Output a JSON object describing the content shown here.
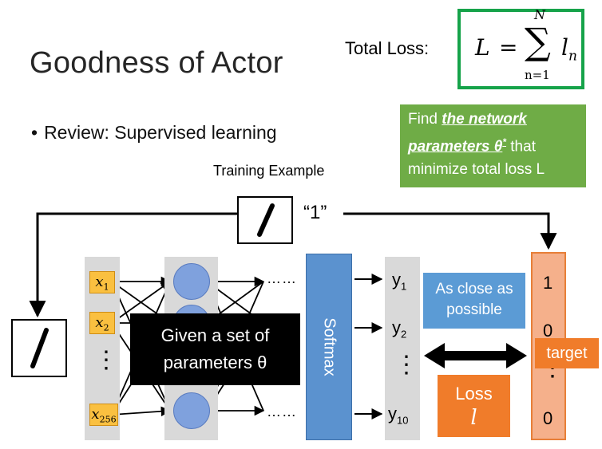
{
  "title": "Goodness of Actor",
  "bullet": "Review: Supervised learning",
  "total_loss": {
    "label": "Total Loss:",
    "lhs": "L",
    "eq": "=",
    "sum_top": "N",
    "sum_symbol": "∑",
    "sum_bottom": "n=1",
    "term": "l",
    "term_sub": "n"
  },
  "find_box": {
    "prefix": "Find ",
    "emphasis_1": "the network",
    "emphasis_2": "parameters θ",
    "emphasis_sup": "*",
    "suffix_1": " that",
    "line3": "minimize total loss L"
  },
  "training_example": "Training Example",
  "label_value": "“1”",
  "inputs": {
    "x": "x",
    "sub1": "1",
    "sub2": "2",
    "sub3": "256",
    "dots": "⋮"
  },
  "hidden_dots": "……",
  "softmax": "Softmax",
  "outputs": {
    "y": "y",
    "sub1": "1",
    "sub2": "2",
    "sub3": "10",
    "dots": "⋮"
  },
  "close_box": {
    "line1": "As close as",
    "line2": "possible"
  },
  "loss_box": {
    "line1": "Loss",
    "line2": "l"
  },
  "target": {
    "v1": "1",
    "v2": "0",
    "dots": "⋮",
    "v3": "0",
    "label": "target"
  },
  "given_box": {
    "line1": "Given a set of",
    "line2": "parameters θ"
  },
  "colors": {
    "formula_border": "#16a34a",
    "find_box": "#6fac46",
    "input_cell": "#fac040",
    "neuron": "#7fa1dd",
    "softmax": "#5b92cf",
    "close_box": "#5b9bd5",
    "loss_box": "#f07c2a",
    "target_col": "#f5b08b"
  },
  "icons": {
    "digit_image": "handwritten-digit-one-icon",
    "arrow": "arrow-icon",
    "double_arrow": "double-arrow-icon"
  }
}
